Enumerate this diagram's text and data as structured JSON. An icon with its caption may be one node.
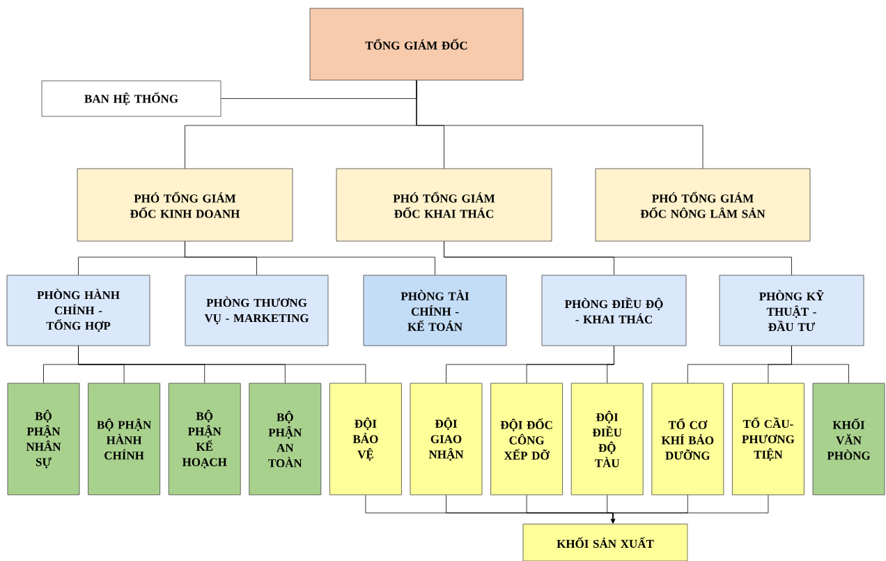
{
  "diagram": {
    "nodes": [
      {
        "text": [
          "TỔNG GIÁM ĐỐC"
        ]
      },
      {
        "text": [
          "BAN HỆ THỐNG"
        ]
      },
      {
        "text": [
          "PHÓ TỔNG GIÁM ĐỐC KINH DOANH"
        ]
      },
      {
        "text": [
          "PHÓ TỔNG GIÁM ĐỐC KHAI THÁC"
        ]
      },
      {
        "text": [
          "PHÓ TỔNG GIÁM ĐỐC NÔNG LÂM SẢN"
        ]
      },
      {
        "text": [
          "PHÒNG HÀNH CHÍNH - TỔNG HỢP"
        ]
      },
      {
        "text": [
          "PHÒNG THƯƠNG VỤ - MARKETING"
        ]
      },
      {
        "text": [
          "PHÒNG TÀI CHÍNH - KẾ TOÁN"
        ]
      },
      {
        "text": [
          "PHÒNG ĐIỀU ĐỘ - KHAI THÁC"
        ]
      },
      {
        "text": [
          "PHÒNG KỸ THUẬT - ĐẦU TƯ"
        ]
      },
      {
        "text": [
          "BỘ PHẬN NHÂN SỰ"
        ]
      },
      {
        "text": [
          "BỘ PHẬN HÀNH CHÍNH"
        ]
      },
      {
        "text": [
          "BỘ PHẬN KẾ HOẠCH"
        ]
      },
      {
        "text": [
          "BỘ PHẬN AN TOÀN"
        ]
      },
      {
        "text": [
          "ĐỘI BẢO VỆ"
        ]
      },
      {
        "text": [
          "ĐỘI GIAO NHẬN"
        ]
      },
      {
        "text": [
          "ĐỘI ĐỐC CÔNG XẾP DỠ"
        ]
      },
      {
        "text": [
          "ĐỘI ĐIỀU ĐỘ TÀU"
        ]
      },
      {
        "text": [
          "TỔ CƠ KHÍ BẢO DƯỠNG"
        ]
      },
      {
        "text": [
          "TỔ CẦU-PHƯƠNG TIỆN"
        ]
      },
      {
        "text": [
          "KHỐI VĂN PHÒNG"
        ]
      },
      {
        "text": [
          "KHỐI SẢN XUẤT"
        ]
      }
    ],
    "edges": [
      {
        "from": 0,
        "to": 1,
        "arrow": "none"
      },
      {
        "from": 0,
        "to": 2,
        "arrow": "none"
      },
      {
        "from": 0,
        "to": 3,
        "arrow": "none"
      },
      {
        "from": 0,
        "to": 4,
        "arrow": "none"
      },
      {
        "from": 2,
        "to": 5,
        "arrow": "none"
      },
      {
        "from": 2,
        "to": 6,
        "arrow": "none"
      },
      {
        "from": 2,
        "to": 7,
        "arrow": "none"
      },
      {
        "from": 3,
        "to": 8,
        "arrow": "none"
      },
      {
        "from": 3,
        "to": 9,
        "arrow": "none"
      },
      {
        "from": 5,
        "to": 10,
        "arrow": "none"
      },
      {
        "from": 5,
        "to": 11,
        "arrow": "none"
      },
      {
        "from": 5,
        "to": 12,
        "arrow": "none"
      },
      {
        "from": 5,
        "to": 13,
        "arrow": "none"
      },
      {
        "from": 5,
        "to": 14,
        "arrow": "none"
      },
      {
        "from": 8,
        "to": 15,
        "arrow": "none"
      },
      {
        "from": 8,
        "to": 16,
        "arrow": "none"
      },
      {
        "from": 8,
        "to": 17,
        "arrow": "none"
      },
      {
        "from": 9,
        "to": 18,
        "arrow": "none"
      },
      {
        "from": 9,
        "to": 19,
        "arrow": "none"
      },
      {
        "from": 9,
        "to": 20,
        "arrow": "none"
      },
      {
        "from": 14,
        "to": 21,
        "arrow": "to"
      },
      {
        "from": 15,
        "to": 21,
        "arrow": "to"
      },
      {
        "from": 16,
        "to": 21,
        "arrow": "to"
      },
      {
        "from": 17,
        "to": 21,
        "arrow": "to"
      },
      {
        "from": 18,
        "to": 21,
        "arrow": "to"
      },
      {
        "from": 19,
        "to": 21,
        "arrow": "to"
      }
    ]
  }
}
